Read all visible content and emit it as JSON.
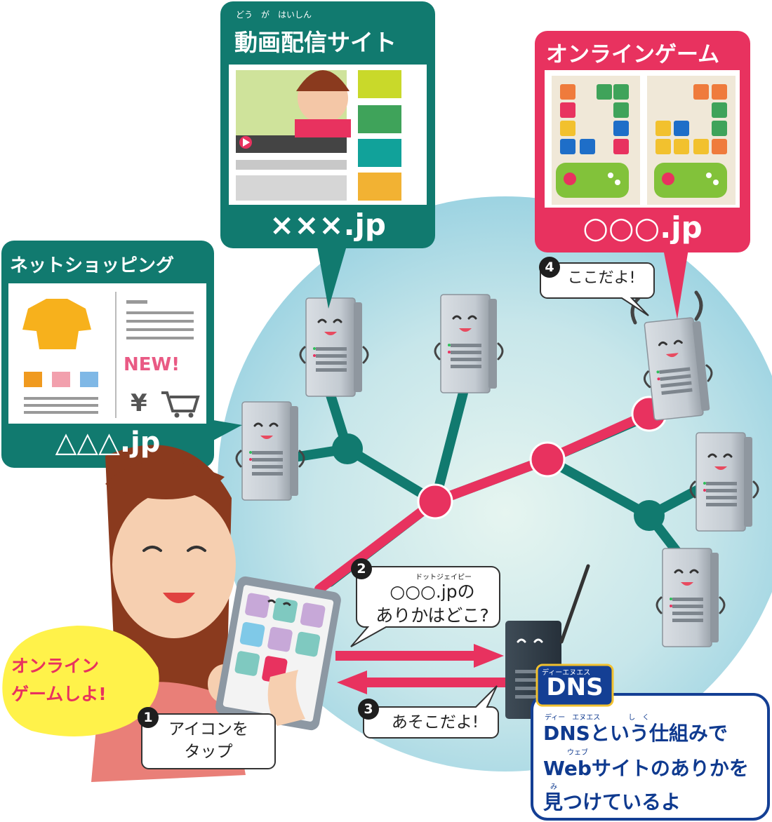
{
  "panels": {
    "video": {
      "ruby": "どう　が　はいしん",
      "title": "動画配信サイト",
      "domain": "×××.jp"
    },
    "game": {
      "title": "オンラインゲーム",
      "domain": "○○○.jp"
    },
    "shop": {
      "title": "ネットショッピング",
      "domain": "△△△.jp",
      "new_label": "NEW!",
      "yen": "¥"
    }
  },
  "steps": {
    "step1": {
      "number": "1",
      "text_line1": "アイコンを",
      "text_line2": "タップ"
    },
    "step2": {
      "number": "2",
      "ruby": "ドットジェイピー",
      "text_line1": "○○○.jpの",
      "text_line2": "ありかはどこ?"
    },
    "step3": {
      "number": "3",
      "text": "あそこだよ!"
    },
    "step4": {
      "number": "4",
      "text": "ここだよ!"
    }
  },
  "girl_speech": {
    "line1": "オンライン",
    "line2": "ゲームしよ!"
  },
  "dns": {
    "label_ruby": "ディーエヌエス",
    "label": "DNS",
    "line1_ruby": "ディー　エヌエス　　　　し　く",
    "line1": "DNSという仕組みで",
    "line2_ruby": "ウェブ",
    "line2": "Webサイトのありかを",
    "line3_ruby": "み",
    "line3": "見つけているよ"
  },
  "colors": {
    "teal": "#117a6f",
    "red": "#e8325f",
    "navy": "#143f94",
    "yellow": "#fff24a",
    "globe": "#bfe3ea"
  }
}
